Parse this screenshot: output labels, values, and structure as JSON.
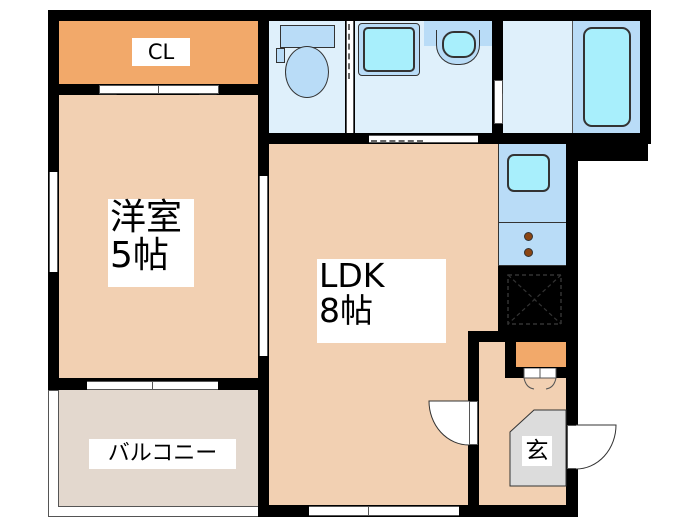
{
  "floorplan": {
    "rooms": {
      "closet": {
        "label": "CL"
      },
      "western_room": {
        "label_line1": "洋室",
        "label_line2": "5帖"
      },
      "ldk": {
        "label_line1": "LDK",
        "label_line2": "8帖"
      },
      "balcony": {
        "label": "バルコニー"
      },
      "entrance": {
        "label": "玄"
      },
      "toilet": {},
      "washroom": {},
      "bathroom": {},
      "kitchen": {}
    },
    "colors": {
      "wall": "#000000",
      "wood_floor": "#f2d0b2",
      "closet": "#f2a96a",
      "wet_area": "#dff0fb",
      "fixture_blue": "#b9dcf7",
      "fixture_cyan": "#a8effc",
      "balcony": "#e3d8ce",
      "entrance_tile": "#dcdcdc",
      "stove_knob": "#8b4513"
    }
  }
}
